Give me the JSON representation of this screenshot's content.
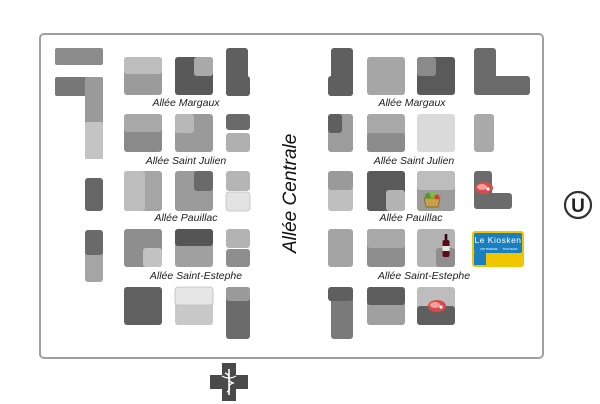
{
  "map": {
    "aisle_labels": {
      "left_margaux": "Allée Margaux",
      "left_saint_julien": "Allée Saint Julien",
      "left_pauillac": "Allée Pauillac",
      "left_saint_estephe": "Allée Saint-Estephe",
      "right_margaux": "Allée Margaux",
      "right_saint_julien": "Allée Saint Julien",
      "right_pauillac": "Allée Pauillac",
      "right_saint_estephe": "Allée Saint-Estephe",
      "central": "Allée Centrale"
    },
    "kiosk": {
      "title": "Le Kiosken",
      "subtitle_left": "PATISSERIE",
      "subtitle_right": "TRAITEUR"
    },
    "store_logo": "U",
    "icons": [
      "meat-icon",
      "vegetable-basket-icon",
      "wine-bottle-icon",
      "pharmacy-cross-icon",
      "store-u-logo-icon"
    ],
    "colors": {
      "frame": "#9a9a9a",
      "stall_dark": "#5e5e5e",
      "stall_mid": "#8a8a8a",
      "stall_light": "#bdbdbd",
      "stall_pale": "#dcdcdc",
      "kiosk_blue": "#1a7fc0",
      "kiosk_yellow": "#f1c500"
    }
  }
}
